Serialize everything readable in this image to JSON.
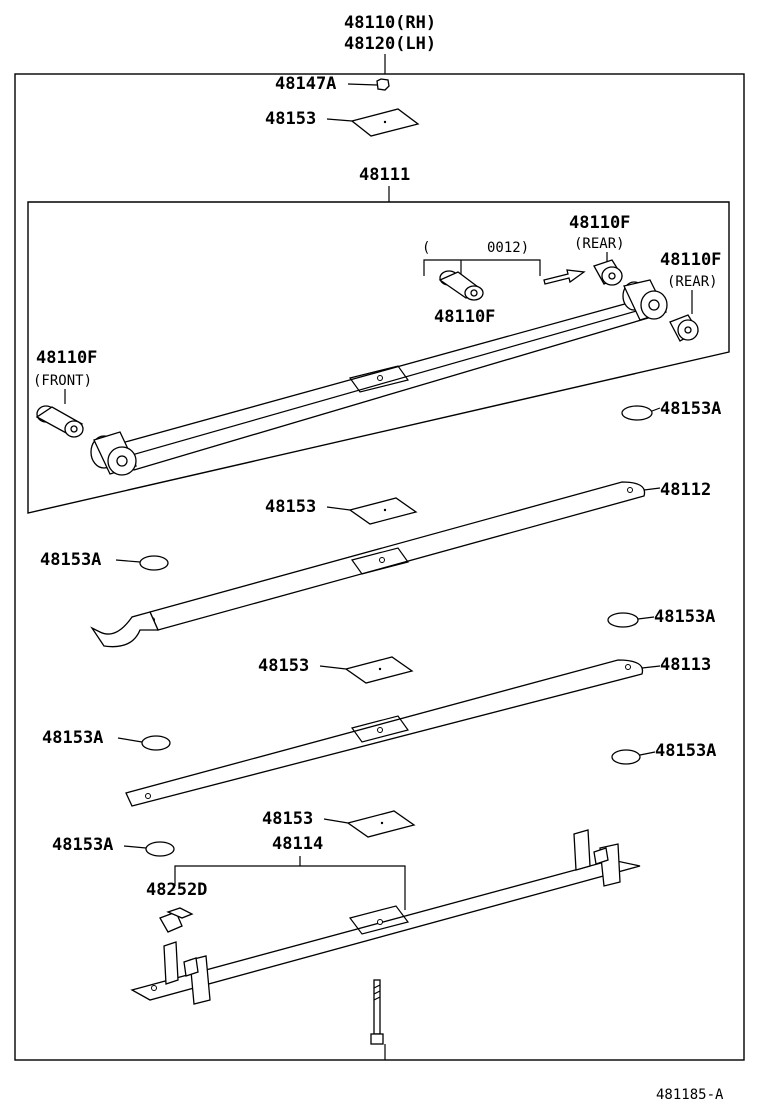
{
  "parts": {
    "assy_rh": "48110(RH)",
    "assy_lh": "48120(LH)",
    "p48147a": "48147A",
    "p48153_1": "48153",
    "p48111": "48111",
    "bracket_open": "(",
    "bracket_code": "0012)",
    "p48110f_rear1": "48110F",
    "rear1": "(REAR)",
    "p48110f_rear2": "48110F",
    "rear2": "(REAR)",
    "p48110f_mid": "48110F",
    "p48110f_front": "48110F",
    "front": "(FRONT)",
    "p48153a_1": "48153A",
    "p48153_2": "48153",
    "p48112": "48112",
    "p48153a_2": "48153A",
    "p48153a_3": "48153A",
    "p48153_3": "48153",
    "p48113": "48113",
    "p48153a_4": "48153A",
    "p48153a_5": "48153A",
    "p48153_4": "48153",
    "p48153a_6": "48153A",
    "p48114": "48114",
    "p48252d": "48252D"
  },
  "figure_code": "481185-A"
}
